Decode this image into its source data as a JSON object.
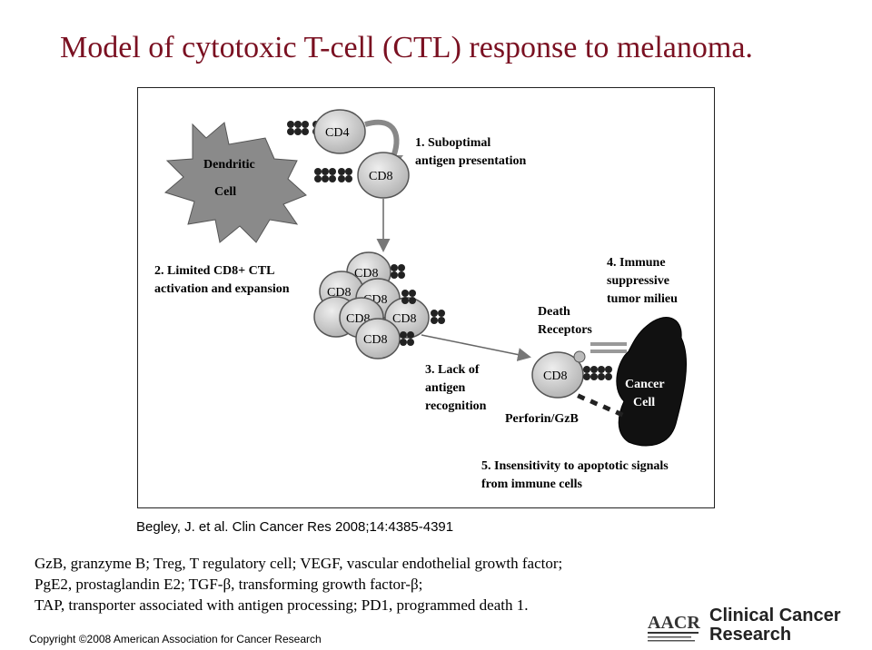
{
  "title": "Model of cytotoxic T-cell (CTL) response to melanoma.",
  "figure": {
    "dendritic_label_1": "Dendritic",
    "dendritic_label_2": "Cell",
    "cd4": "CD4",
    "cd8": "CD8",
    "step1_line1": "1. Suboptimal",
    "step1_line2": "antigen presentation",
    "step2_line1": "2. Limited CD8+ CTL",
    "step2_line2": "activation and expansion",
    "step3_line1": "3. Lack of",
    "step3_line2": "antigen",
    "step3_line3": "recognition",
    "step4_line1": "4. Immune",
    "step4_line2": "suppressive",
    "step4_line3": "tumor milieu",
    "death_receptors_1": "Death",
    "death_receptors_2": "Receptors",
    "perforin": "Perforin/GzB",
    "cancer_1": "Cancer",
    "cancer_2": "Cell",
    "step5_line1": "5. Insensitivity to apoptotic signals",
    "step5_line2": "from immune cells"
  },
  "citation": "Begley, J. et al. Clin Cancer Res 2008;14:4385-4391",
  "abbreviations": [
    "GzB, granzyme B; Treg, T regulatory cell; VEGF, vascular endothelial growth factor;",
    "PgE2, prostaglandin E2; TGF-β, transforming growth factor-β;",
    "TAP, transporter associated with antigen processing; PD1, programmed death 1."
  ],
  "copyright": "Copyright ©2008 American Association for Cancer Research",
  "logo": {
    "text": "Clinical Cancer\nResearch"
  }
}
